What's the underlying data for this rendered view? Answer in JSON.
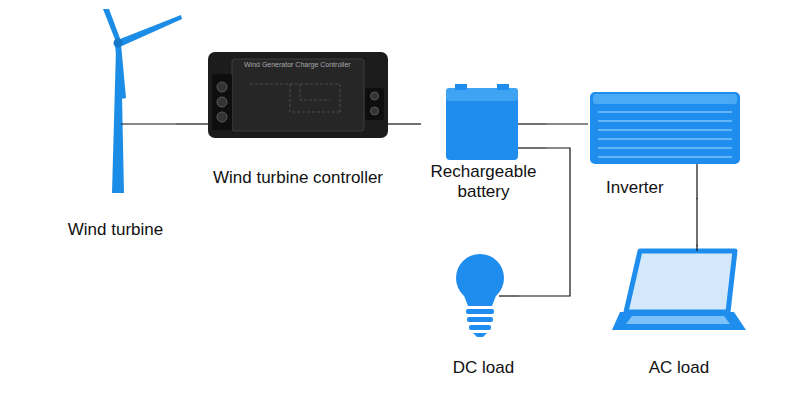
{
  "diagram": {
    "nodes": [
      {
        "text": [
          "Wind turbine"
        ]
      },
      {
        "text": [
          "Wind turbine controller"
        ]
      },
      {
        "text": [
          "Rechargeable battery"
        ]
      },
      {
        "text": [
          "Inverter"
        ]
      },
      {
        "text": [
          "DC load"
        ]
      },
      {
        "text": [
          "AC load"
        ]
      }
    ],
    "edges": [
      {
        "from": 0,
        "to": 1,
        "arrow": "none"
      },
      {
        "from": 1,
        "to": 2,
        "arrow": "none"
      },
      {
        "from": 2,
        "to": 3,
        "arrow": "none"
      },
      {
        "from": 2,
        "to": 4,
        "arrow": "none"
      },
      {
        "from": 3,
        "to": 5,
        "arrow": "none"
      }
    ],
    "labels": [
      "Wind Generator Charge Controller"
    ]
  }
}
